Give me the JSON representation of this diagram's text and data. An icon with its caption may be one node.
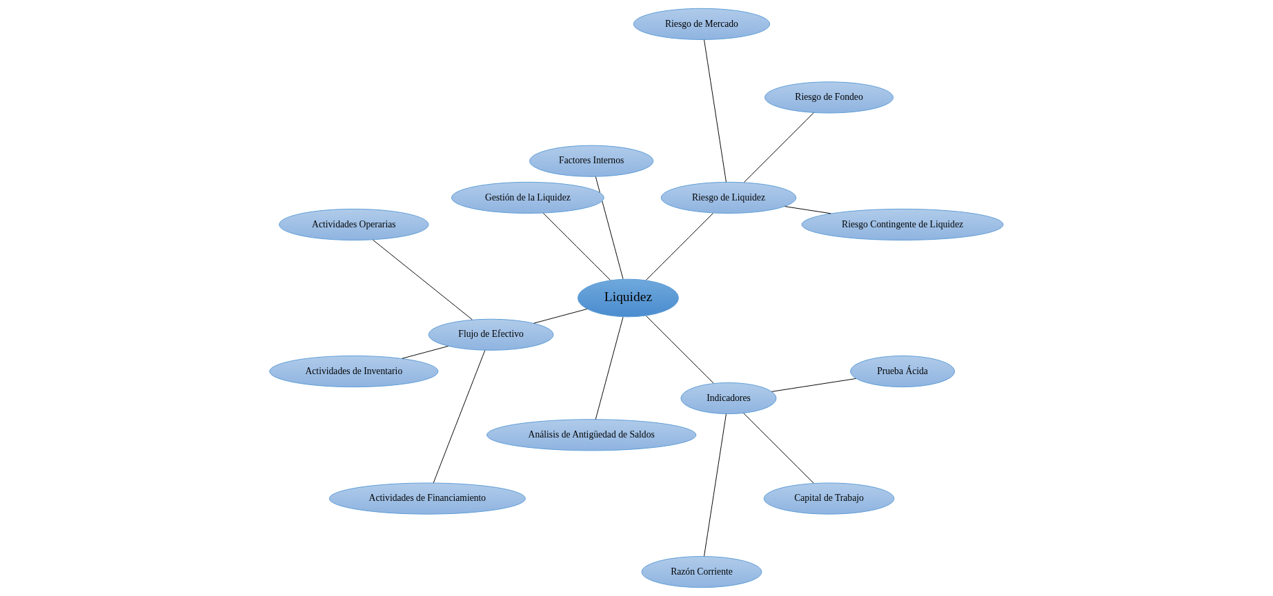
{
  "diagram": {
    "nodes": [
      {
        "text": [
          "Liquidez"
        ]
      },
      {
        "text": [
          "Riesgo de Liquidez"
        ]
      },
      {
        "text": [
          "Riesgo Contingente de Liquidez"
        ]
      },
      {
        "text": [
          "Riesgo de Fondeo"
        ]
      },
      {
        "text": [
          "Riesgo de Mercado"
        ]
      },
      {
        "text": [
          "Factores Internos"
        ]
      },
      {
        "text": [
          "Gestión de la Liquidez"
        ]
      },
      {
        "text": [
          "Flujo de Efectivo"
        ]
      },
      {
        "text": [
          "Actividades Operarias"
        ]
      },
      {
        "text": [
          "Actividades de Inventario"
        ]
      },
      {
        "text": [
          "Actividades de Financiamiento"
        ]
      },
      {
        "text": [
          "Análisis de Antigüedad de Saldos"
        ]
      },
      {
        "text": [
          "Indicadores"
        ]
      },
      {
        "text": [
          "Razón Corriente"
        ]
      },
      {
        "text": [
          "Capital de Trabajo"
        ]
      },
      {
        "text": [
          "Prueba Ácida"
        ]
      }
    ],
    "edges": [
      {
        "from": 0,
        "to": 1,
        "arrow": "none"
      },
      {
        "from": 1,
        "to": 2,
        "arrow": "none"
      },
      {
        "from": 1,
        "to": 3,
        "arrow": "none"
      },
      {
        "from": 1,
        "to": 4,
        "arrow": "none"
      },
      {
        "from": 0,
        "to": 5,
        "arrow": "none"
      },
      {
        "from": 0,
        "to": 6,
        "arrow": "none"
      },
      {
        "from": 0,
        "to": 7,
        "arrow": "none"
      },
      {
        "from": 7,
        "to": 8,
        "arrow": "none"
      },
      {
        "from": 7,
        "to": 9,
        "arrow": "none"
      },
      {
        "from": 7,
        "to": 10,
        "arrow": "none"
      },
      {
        "from": 0,
        "to": 11,
        "arrow": "none"
      },
      {
        "from": 0,
        "to": 12,
        "arrow": "none"
      },
      {
        "from": 12,
        "to": 13,
        "arrow": "none"
      },
      {
        "from": 12,
        "to": 14,
        "arrow": "none"
      },
      {
        "from": 12,
        "to": 15,
        "arrow": "none"
      }
    ]
  }
}
